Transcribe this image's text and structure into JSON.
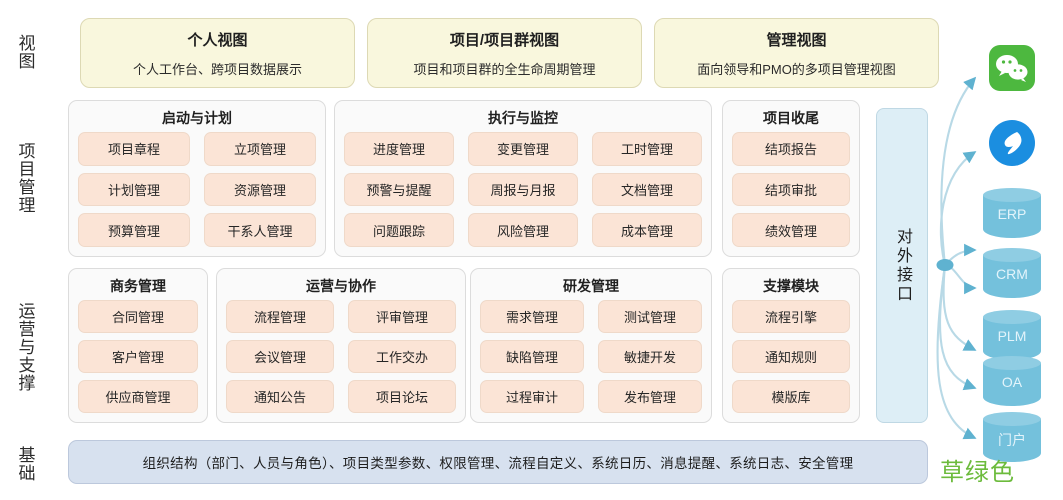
{
  "colors": {
    "view_box_bg": "#f9f7dd",
    "module_bg": "#fbe4d6",
    "section_bg": "#fafafa",
    "interface_bg": "#ddeef6",
    "base_bg": "#d7e1ef",
    "cylinder": "#74c1dc",
    "wechat_green": "#4db83f",
    "dingtalk_blue": "#1b8ee0",
    "green_note": "#6cbb3c"
  },
  "rows": {
    "view": "视图",
    "project_management": "项目管理",
    "operation_support": "运营与支撑",
    "base": "基础"
  },
  "view_row": [
    {
      "title": "个人视图",
      "subtitle": "个人工作台、跨项目数据展示"
    },
    {
      "title": "项目/项目群视图",
      "subtitle": "项目和项目群的全生命周期管理"
    },
    {
      "title": "管理视图",
      "subtitle": "面向领导和PMO的多项目管理视图"
    }
  ],
  "sections": [
    {
      "title": "启动与计划",
      "cols": 2,
      "modules": [
        "项目章程",
        "立项管理",
        "计划管理",
        "资源管理",
        "预算管理",
        "干系人管理"
      ]
    },
    {
      "title": "执行与监控",
      "cols": 3,
      "modules": [
        "进度管理",
        "变更管理",
        "工时管理",
        "预警与提醒",
        "周报与月报",
        "文档管理",
        "问题跟踪",
        "风险管理",
        "成本管理"
      ]
    },
    {
      "title": "项目收尾",
      "cols": 1,
      "modules": [
        "结项报告",
        "结项审批",
        "绩效管理"
      ]
    },
    {
      "title": "商务管理",
      "cols": 1,
      "modules": [
        "合同管理",
        "客户管理",
        "供应商管理"
      ]
    },
    {
      "title": "运营与协作",
      "cols": 2,
      "modules": [
        "流程管理",
        "评审管理",
        "会议管理",
        "工作交办",
        "通知公告",
        "项目论坛"
      ]
    },
    {
      "title": "研发管理",
      "cols": 2,
      "modules": [
        "需求管理",
        "测试管理",
        "缺陷管理",
        "敏捷开发",
        "过程审计",
        "发布管理"
      ]
    },
    {
      "title": "支撑模块",
      "cols": 1,
      "modules": [
        "流程引擎",
        "通知规则",
        "模版库"
      ]
    }
  ],
  "interface": {
    "label": "对外接口"
  },
  "base_bar": {
    "text": "组织结构（部门、人员与角色）、项目类型参数、权限管理、流程自定义、系统日历、消息提醒、系统日志、安全管理"
  },
  "integrations": [
    {
      "kind": "app",
      "icon": "wechat-icon",
      "label": ""
    },
    {
      "kind": "app",
      "icon": "dingtalk-icon",
      "label": ""
    },
    {
      "kind": "cylinder",
      "icon": "database-icon",
      "label": "ERP"
    },
    {
      "kind": "cylinder",
      "icon": "database-icon",
      "label": "CRM"
    },
    {
      "kind": "cylinder",
      "icon": "database-icon",
      "label": "PLM"
    },
    {
      "kind": "cylinder",
      "icon": "database-icon",
      "label": "OA"
    },
    {
      "kind": "cylinder",
      "icon": "database-icon",
      "label": "门户"
    }
  ],
  "note": {
    "green_text": "草绿色"
  }
}
